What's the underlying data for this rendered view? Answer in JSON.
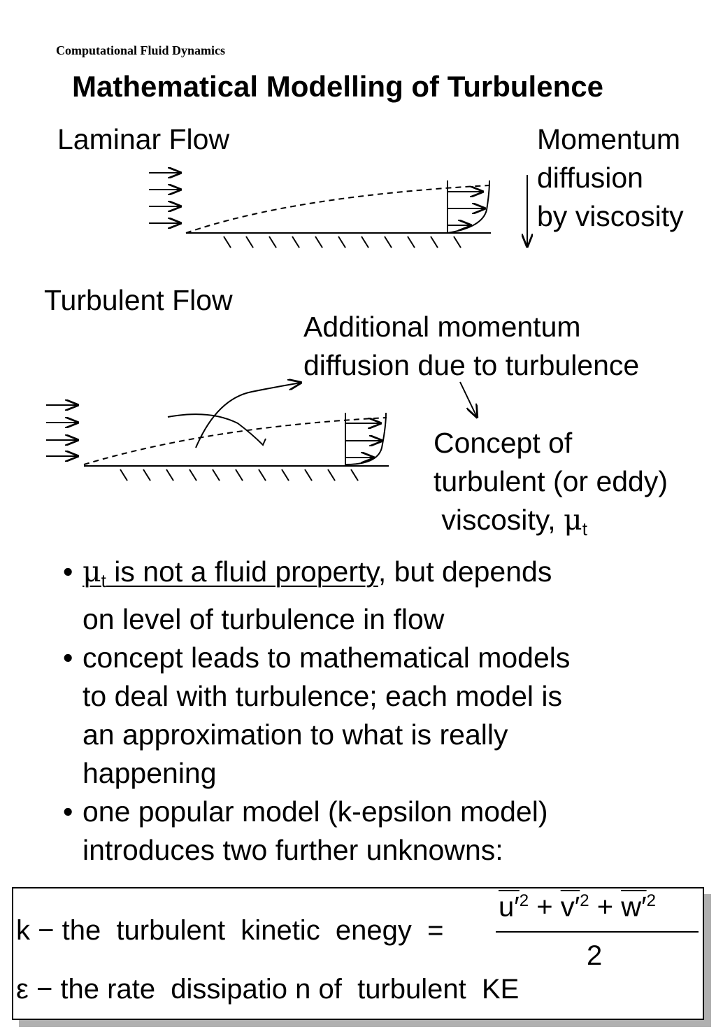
{
  "header": "Computational Fluid Dynamics",
  "title": "Mathematical Modelling of Turbulence",
  "laminar": {
    "label": "Laminar Flow",
    "note_lines": [
      "Momentum",
      "diffusion",
      "by viscosity"
    ]
  },
  "turbulent": {
    "label": "Turbulent Flow",
    "additional_lines": [
      "Additional momentum",
      "diffusion due to turbulence"
    ],
    "concept_lines": [
      "Concept of",
      "turbulent (or eddy)",
      " viscosity, "
    ],
    "mu_symbol": "μ",
    "mu_sub": "t"
  },
  "bullets": {
    "b1_mu": "μ",
    "b1_sub": "t",
    "b1_underlined": " is not a fluid property",
    "b1_rest": ", but depends",
    "b1_line2": "on level of turbulence in flow",
    "b2_lines": [
      "concept leads to mathematical models",
      "to deal with turbulence; each model is",
      "an approximation to what is really",
      "happening"
    ],
    "b3_lines": [
      "one popular model (k-epsilon model)",
      "introduces two further unknowns:"
    ],
    "marker": "•"
  },
  "equations": {
    "k_line": "k − the  turbulent  kinetic  enegy  =",
    "numerator": "u′² + v′² + w′²",
    "num_u": "u′",
    "num_v": "v′",
    "num_w": "w′",
    "num_sq": "2",
    "plus": "+",
    "denominator": "2",
    "eps_line": "ε − the rate  dissipatio n of  turbulent  KE"
  }
}
